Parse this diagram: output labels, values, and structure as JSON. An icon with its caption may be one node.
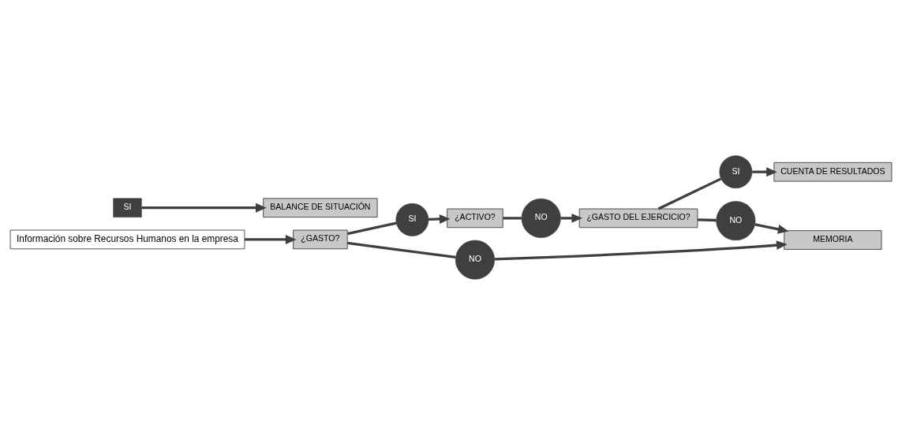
{
  "diagram": {
    "nodes": [
      {
        "text": [
          "Información sobre Recursos Humanos en la empresa"
        ]
      },
      {
        "text": [
          "¿GASTO?"
        ]
      },
      {
        "text": [
          "SI"
        ]
      },
      {
        "text": [
          "NO"
        ]
      },
      {
        "text": [
          "MEMORIA"
        ]
      },
      {
        "text": [
          "¿ACTIVO?"
        ]
      },
      {
        "text": [
          "NO"
        ]
      },
      {
        "text": [
          "¿GASTO DEL EJERCICIO?"
        ]
      },
      {
        "text": [
          "NO"
        ]
      },
      {
        "text": [
          "SI"
        ]
      },
      {
        "text": [
          "CUENTA DE RESULTADOS"
        ]
      },
      {
        "text": [
          "SI"
        ]
      },
      {
        "text": [
          "BALANCE DE SITUACIÓN"
        ]
      }
    ],
    "edges": [
      {
        "from": 0,
        "to": 1,
        "arrow": "to"
      },
      {
        "from": 1,
        "to": 2,
        "arrow": "none"
      },
      {
        "from": 2,
        "to": 5,
        "arrow": "to"
      },
      {
        "from": 1,
        "to": 3,
        "arrow": "none"
      },
      {
        "from": 3,
        "to": 4,
        "arrow": "to"
      },
      {
        "from": 5,
        "to": 6,
        "arrow": "none"
      },
      {
        "from": 6,
        "to": 7,
        "arrow": "to"
      },
      {
        "from": 7,
        "to": 8,
        "arrow": "none"
      },
      {
        "from": 8,
        "to": 4,
        "arrow": "to"
      },
      {
        "from": 7,
        "to": 9,
        "arrow": "none"
      },
      {
        "from": 9,
        "to": 10,
        "arrow": "to"
      },
      {
        "from": 11,
        "to": 12,
        "arrow": "to"
      }
    ]
  }
}
